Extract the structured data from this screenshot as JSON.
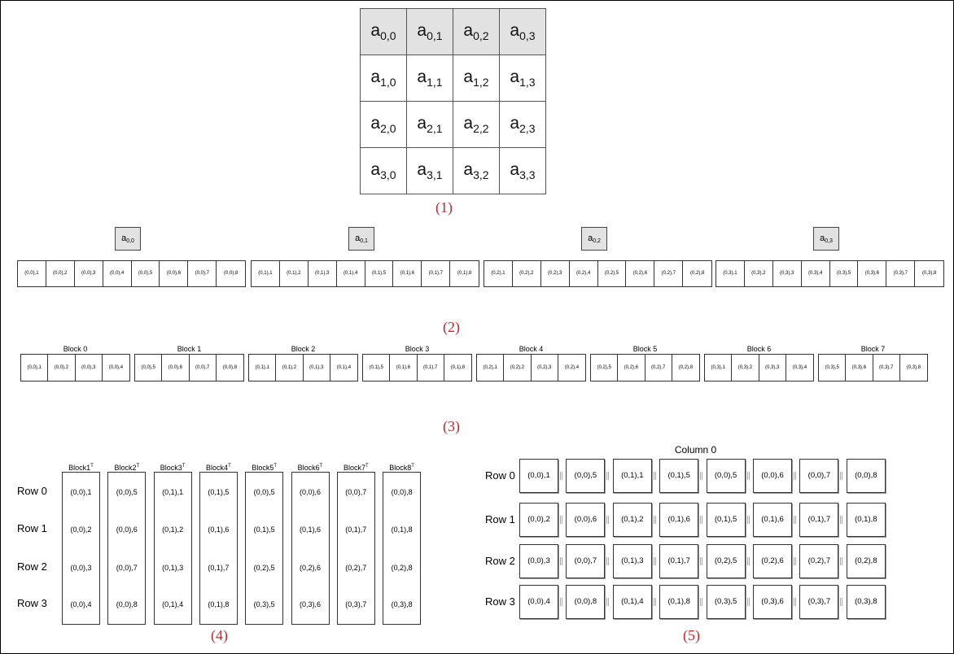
{
  "matrix": {
    "rows": [
      [
        {
          "b": "a",
          "s": "0,0"
        },
        {
          "b": "a",
          "s": "0,1"
        },
        {
          "b": "a",
          "s": "0,2"
        },
        {
          "b": "a",
          "s": "0,3"
        }
      ],
      [
        {
          "b": "a",
          "s": "1,0"
        },
        {
          "b": "a",
          "s": "1,1"
        },
        {
          "b": "a",
          "s": "1,2"
        },
        {
          "b": "a",
          "s": "1,3"
        }
      ],
      [
        {
          "b": "a",
          "s": "2,0"
        },
        {
          "b": "a",
          "s": "2,1"
        },
        {
          "b": "a",
          "s": "2,2"
        },
        {
          "b": "a",
          "s": "2,3"
        }
      ],
      [
        {
          "b": "a",
          "s": "3,0"
        },
        {
          "b": "a",
          "s": "3,1"
        },
        {
          "b": "a",
          "s": "3,2"
        },
        {
          "b": "a",
          "s": "3,3"
        }
      ]
    ]
  },
  "captions": {
    "c1": "(1)",
    "c2": "(2)",
    "c3": "(3)",
    "c4": "(4)",
    "c5": "(5)"
  },
  "elements": [
    {
      "head_base": "a",
      "head_sub": "0,0",
      "cells": [
        "(0,0),1",
        "(0,0),2",
        "(0,0),3",
        "(0,0),4",
        "(0,0),5",
        "(0,0),6",
        "(0,0),7",
        "(0,0),8"
      ]
    },
    {
      "head_base": "a",
      "head_sub": "0,1",
      "cells": [
        "(0,1),1",
        "(0,1),2",
        "(0,1),3",
        "(0,1),4",
        "(0,1),5",
        "(0,1),6",
        "(0,1),7",
        "(0,1),8"
      ]
    },
    {
      "head_base": "a",
      "head_sub": "0,2",
      "cells": [
        "(0,2),1",
        "(0,2),2",
        "(0,2),3",
        "(0,2),4",
        "(0,2),5",
        "(0,2),6",
        "(0,2),7",
        "(0,2),8"
      ]
    },
    {
      "head_base": "a",
      "head_sub": "0,3",
      "cells": [
        "(0,3),1",
        "(0,3),2",
        "(0,3),3",
        "(0,3),4",
        "(0,3),5",
        "(0,3),6",
        "(0,3),7",
        "(0,3),8"
      ]
    }
  ],
  "blocks": [
    {
      "label": "Block 0",
      "cells": [
        "(0,0),1",
        "(0,0),2",
        "(0,0),3",
        "(0,0),4"
      ]
    },
    {
      "label": "Block 1",
      "cells": [
        "(0,0),5",
        "(0,0),6",
        "(0,0),7",
        "(0,0),8"
      ]
    },
    {
      "label": "Block 2",
      "cells": [
        "(0,1),1",
        "(0,1),2",
        "(0,1),3",
        "(0,1),4"
      ]
    },
    {
      "label": "Block 3",
      "cells": [
        "(0,1),5",
        "(0,1),6",
        "(0,1),7",
        "(0,1),8"
      ]
    },
    {
      "label": "Block 4",
      "cells": [
        "(0,2),1",
        "(0,2),2",
        "(0,2),3",
        "(0,2),4"
      ]
    },
    {
      "label": "Block 5",
      "cells": [
        "(0,2),5",
        "(0,2),6",
        "(0,2),7",
        "(0,2),8"
      ]
    },
    {
      "label": "Block 6",
      "cells": [
        "(0,3),1",
        "(0,3),2",
        "(0,3),3",
        "(0,3),4"
      ]
    },
    {
      "label": "Block 7",
      "cells": [
        "(0,3),5",
        "(0,3),6",
        "(0,3),7",
        "(0,3),8"
      ]
    }
  ],
  "transposed": {
    "row_labels": [
      "Row 0",
      "Row 1",
      "Row 2",
      "Row 3"
    ],
    "columns": [
      {
        "base": "Block1",
        "sup": "T",
        "cells": [
          "(0,0),1",
          "(0,0),2",
          "(0,0),3",
          "(0,0),4"
        ]
      },
      {
        "base": "Block2",
        "sup": "T",
        "cells": [
          "(0,0),5",
          "(0,0),6",
          "(0,0),7",
          "(0,0),8"
        ]
      },
      {
        "base": "Block3",
        "sup": "T",
        "cells": [
          "(0,1),1",
          "(0,1),2",
          "(0,1),3",
          "(0,1),4"
        ]
      },
      {
        "base": "Block4",
        "sup": "T",
        "cells": [
          "(0,1),5",
          "(0,1),6",
          "(0,1),7",
          "(0,1),8"
        ]
      },
      {
        "base": "Block5",
        "sup": "T",
        "cells": [
          "(0,0),5",
          "(0,1),5",
          "(0,2),5",
          "(0,3),5"
        ]
      },
      {
        "base": "Block6",
        "sup": "T",
        "cells": [
          "(0,0),6",
          "(0,1),6",
          "(0,2),6",
          "(0,3),6"
        ]
      },
      {
        "base": "Block7",
        "sup": "T",
        "cells": [
          "(0,0),7",
          "(0,1),7",
          "(0,2),7",
          "(0,3),7"
        ]
      },
      {
        "base": "Block8",
        "sup": "T",
        "cells": [
          "(0,0),8",
          "(0,1),8",
          "(0,2),8",
          "(0,3),8"
        ]
      }
    ]
  },
  "columns_view": {
    "title": "Column 0",
    "row_labels": [
      "Row 0",
      "Row 1",
      "Row 2",
      "Row 3"
    ],
    "rows": [
      [
        "(0,0),1",
        "(0,0),5",
        "(0,1),1",
        "(0,1),5",
        "(0,0),5",
        "(0,0),6",
        "(0,0),7",
        "(0,0),8"
      ],
      [
        "(0,0),2",
        "(0,0),6",
        "(0,1),2",
        "(0,1),6",
        "(0,1),5",
        "(0,1),6",
        "(0,1),7",
        "(0,1),8"
      ],
      [
        "(0,0),3",
        "(0,0),7",
        "(0,1),3",
        "(0,1),7",
        "(0,2),5",
        "(0,2),6",
        "(0,2),7",
        "(0,2),8"
      ],
      [
        "(0,0),4",
        "(0,0),8",
        "(0,1),4",
        "(0,1),8",
        "(0,3),5",
        "(0,3),6",
        "(0,3),7",
        "(0,3),8"
      ]
    ]
  }
}
